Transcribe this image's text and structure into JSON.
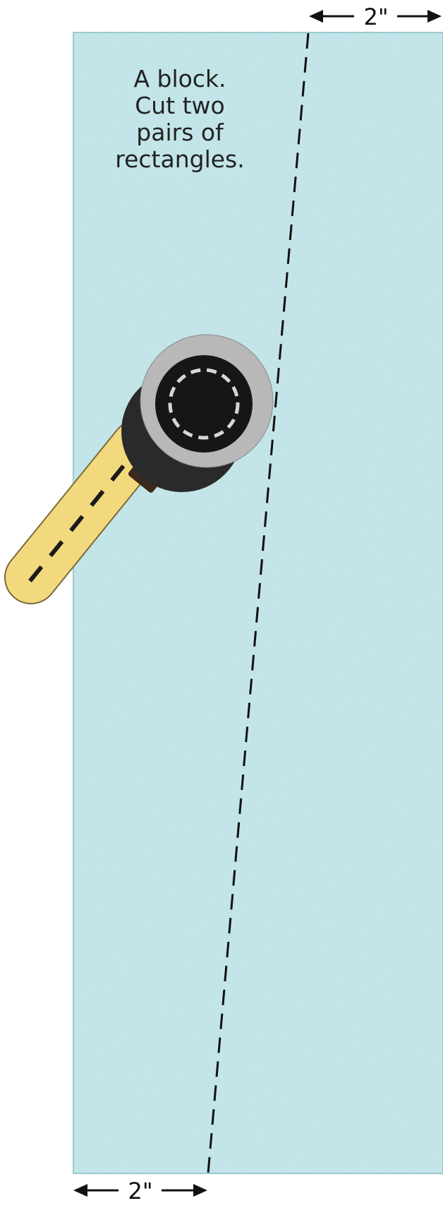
{
  "caption": {
    "line1": "A block.",
    "line2": "Cut two",
    "line3": "pairs of",
    "line4": "rectangles."
  },
  "dimensions": {
    "top": "2\"",
    "bottom": "2\""
  },
  "colors": {
    "fabric": "#bde2e6",
    "fabric_edge": "#7fb9c2",
    "cut_line": "#111111",
    "cutter_handle": "#f2d97e",
    "cutter_blade_guard": "#b8b8b8",
    "cutter_body": "#2a2a2a",
    "cutter_hub": "#161616",
    "blade_dash": "#d6d6d6"
  },
  "icons": {
    "cutter": "rotary-cutter-icon",
    "arrow_left": "arrow-left-icon",
    "arrow_right": "arrow-right-icon"
  }
}
